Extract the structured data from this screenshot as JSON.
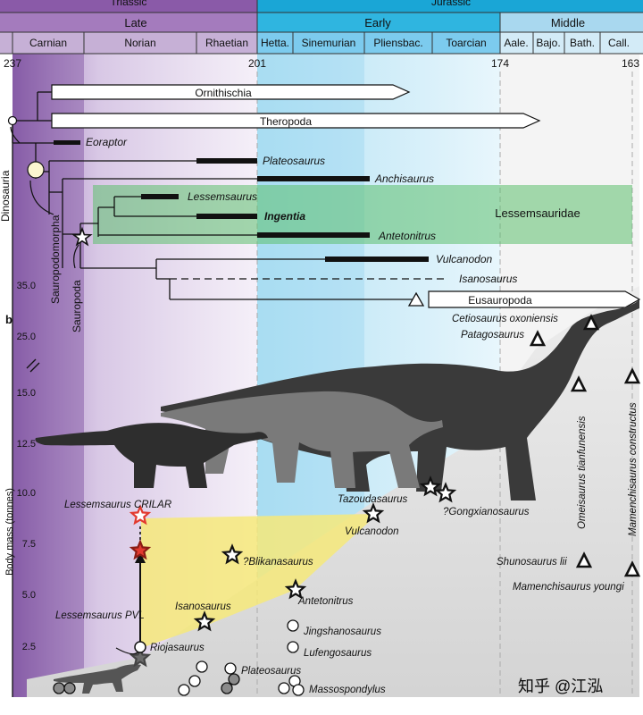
{
  "timescale": {
    "periods": [
      {
        "label": "Triassic"
      },
      {
        "label": "Jurassic"
      }
    ],
    "epochs": [
      {
        "label": "Late"
      },
      {
        "label": "Early"
      },
      {
        "label": "Middle"
      }
    ],
    "stages": [
      {
        "label": "Carnian"
      },
      {
        "label": "Norian"
      },
      {
        "label": "Rhaetian"
      },
      {
        "label": "Hetta."
      },
      {
        "label": "Sinemurian"
      },
      {
        "label": "Pliensbac."
      },
      {
        "label": "Toarcian"
      },
      {
        "label": "Aale."
      },
      {
        "label": "Bajo."
      },
      {
        "label": "Bath."
      },
      {
        "label": "Call."
      }
    ],
    "ages": [
      "237",
      "201",
      "174",
      "163"
    ]
  },
  "phylogeny": {
    "clades": {
      "ornithischia": "Ornithischia",
      "theropoda": "Theropoda",
      "eusauropoda": "Eusauropoda",
      "lessemsauridae": "Lessemsauridae"
    },
    "taxa": {
      "eoraptor": "Eoraptor",
      "plateosaurus": "Plateosaurus",
      "anchisaurus": "Anchisaurus",
      "lessemsaurus": "Lessemsaurus",
      "ingentia": "Ingentia",
      "antetonitrus": "Antetonitrus",
      "vulcanodon": "Vulcanodon",
      "isanosaurus": "Isanosaurus"
    },
    "nodes": {
      "dinosauria": "Dinosauria",
      "sauropodomorpha": "Sauropodomorpha",
      "sauropoda": "Sauropoda"
    }
  },
  "panel_b": {
    "label": "b",
    "ylabel": "Body mass (tonnes)",
    "ticks": [
      "2.5",
      "5.0",
      "7.5",
      "10.0",
      "12.5",
      "15.0",
      "25.0",
      "35.0"
    ],
    "labels": {
      "lessemsaurus_crilar": "Lessemsaurus CRILAR",
      "lessemsaurus_pvl": "Lessemsaurus PVL",
      "riojasaurus": "Riojasaurus",
      "isanosaurus": "Isanosaurus",
      "blikanasaurus": "?Blikanasaurus",
      "antetonitrus": "Antetonitrus",
      "vulcanodon": "Vulcanodon",
      "tazoudasaurus": "Tazoudasaurus",
      "gongxianosaurus": "?Gongxianosaurus",
      "jingshanosaurus": "Jingshanosaurus",
      "lufengosaurus": "Lufengosaurus",
      "plateosaurus": "Plateosaurus",
      "massospondylus": "Massospondylus",
      "cetiosaurus": "Cetiosaurus oxoniensis",
      "patagosaurus": "Patagosaurus",
      "omeisaurus": "Omeisaurus tianfunensis",
      "mamenchisaurus_c": "Mamenchisaurus constructus",
      "shunosaurus": "Shunosaurus lii",
      "mamenchisaurus_y": "Mamenchisaurus youngi"
    }
  },
  "watermark": "知乎 @江泓",
  "colors": {
    "triassic": "#8a5aa8",
    "jurassic": "#1aa6d6",
    "middle_jurassic": "#a9d8ef",
    "lessemsauridae_box": "#5cbf6e",
    "yellow_region": "#f6e97a",
    "red_star": "#e23a2f"
  }
}
